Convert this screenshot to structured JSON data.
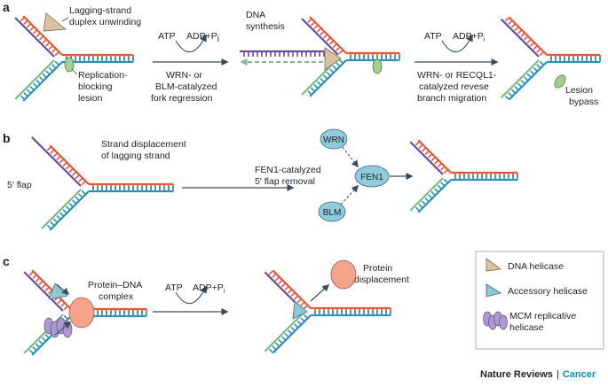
{
  "panels": {
    "a": {
      "letter": "a",
      "label_unwinding": [
        "Lagging-strand",
        "duplex unwinding"
      ],
      "label_lesion": [
        "Replication-",
        "blocking",
        "lesion"
      ],
      "arrow1_top_left": "ATP",
      "arrow1_top_right": "ADP+P",
      "arrow1_top_right_sub": "i",
      "arrow1_bottom": [
        "WRN- or",
        "BLM-catalyzed",
        "fork regression"
      ],
      "label_synthesis": [
        "DNA",
        "synthesis"
      ],
      "arrow2_top_left": "ATP",
      "arrow2_top_right": "ADP+P",
      "arrow2_top_right_sub": "i",
      "arrow2_bottom": [
        "WRN- or RECQL1-",
        "catalyzed revese",
        "branch migration"
      ],
      "label_bypass": [
        "Lesion",
        "bypass"
      ]
    },
    "b": {
      "letter": "b",
      "label_displacement": [
        "Strand displacement",
        "of lagging strand"
      ],
      "label_flap": "5′ flap",
      "label_removal": [
        "FEN1-catalyzed",
        "5′ flap removal"
      ],
      "node_wrn": "WRN",
      "node_fen1": "FEN1",
      "node_blm": "BLM"
    },
    "c": {
      "letter": "c",
      "label_complex": [
        "Protein–DNA",
        "complex"
      ],
      "arrow_top_left": "ATP",
      "arrow_top_right": "ADP+P",
      "arrow_top_right_sub": "i",
      "label_displacement": [
        "Protein",
        "displacement"
      ]
    }
  },
  "legend": {
    "items": [
      {
        "label": "DNA helicase",
        "icon": "dna-helicase-triangle",
        "color": "#d8c3a0"
      },
      {
        "label": "Accessory helicase",
        "icon": "accessory-helicase-triangle",
        "color": "#8ccbd6"
      },
      {
        "label": [
          "MCM replicative",
          "helicase"
        ],
        "icon": "mcm-hexamer",
        "color": "#a99ad0"
      }
    ]
  },
  "credit": {
    "journal": "Nature Reviews",
    "separator": "|",
    "section": "Cancer"
  },
  "colors": {
    "orange_strand": "#e8553a",
    "purple_strand": "#6a4c9c",
    "green_strand": "#7dbb86",
    "teal_strand": "#2a93b5",
    "arrow": "#3a4a5a",
    "node_fill": "#8fcbdc",
    "lesion_fill": "#a6cf92",
    "protein_fill": "#f4a48a"
  }
}
